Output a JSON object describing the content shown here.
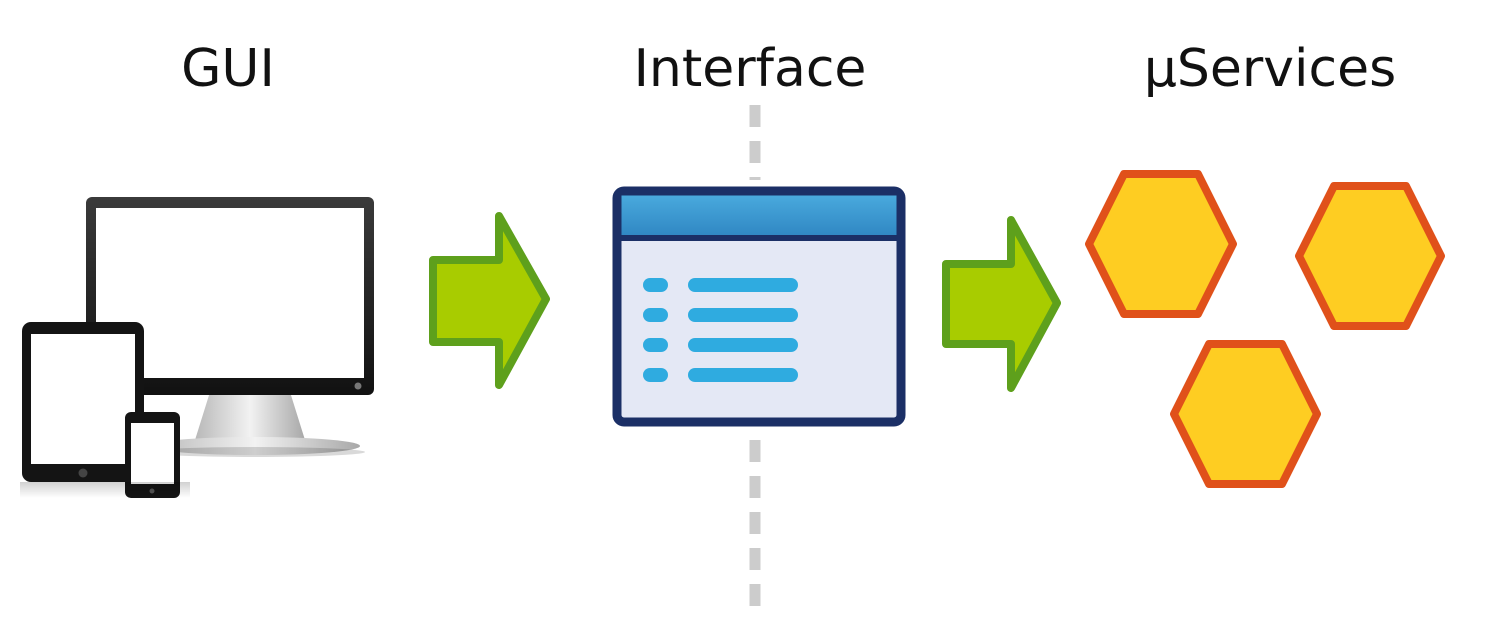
{
  "labels": {
    "gui": "GUI",
    "interface": "Interface",
    "services": "µServices"
  },
  "colors": {
    "arrow_fill": "#a8cc00",
    "arrow_stroke": "#5ea01c",
    "hexagon_fill": "#fecd22",
    "hexagon_stroke": "#e0511a",
    "window_frame": "#1b2f66",
    "window_titlebar": "#3d9bd3",
    "window_body": "#e4e8f5",
    "window_lines": "#2fabe0",
    "divider": "#cccccc"
  },
  "icons": {
    "gui": "devices-icon",
    "interface": "window-list-icon",
    "services": "hexagon-icon"
  }
}
